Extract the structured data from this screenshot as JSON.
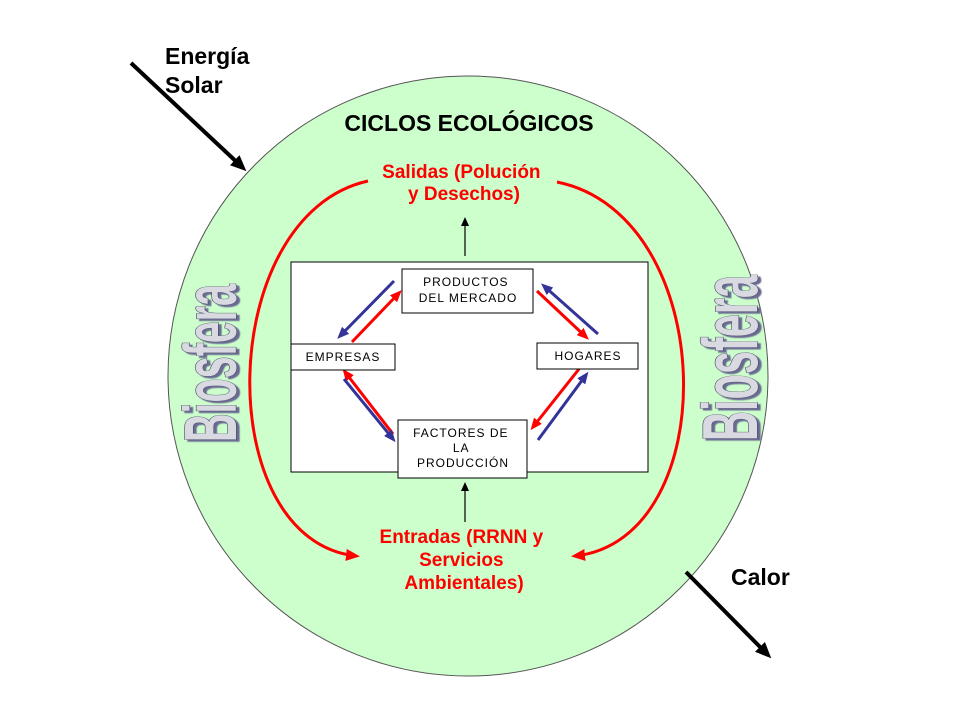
{
  "diagram": {
    "energy_input": {
      "lines": [
        "Energía",
        "Solar"
      ]
    },
    "heat_output": {
      "label": "Calor"
    },
    "biosphere": {
      "title": "CICLOS ECOLÓGICOS",
      "side_label_left": "Biosfera",
      "side_label_right": "Biosfera",
      "outputs": {
        "lines": [
          "Salidas (Polución",
          "y Desechos)"
        ]
      },
      "inputs": {
        "lines": [
          "Entradas (RRNN y",
          "Servicios",
          "Ambientales)"
        ]
      }
    },
    "economy": {
      "nodes": {
        "products_market": {
          "lines": [
            "PRODUCTOS",
            "DEL MERCADO"
          ]
        },
        "firms": {
          "label": "EMPRESAS"
        },
        "households": {
          "label": "HOGARES"
        },
        "factors_market": {
          "lines": [
            "FACTORES DE",
            "LA",
            "PRODUCCIÓN"
          ]
        }
      }
    }
  },
  "colors": {
    "biosphere_fill": "#ccffcc",
    "biosphere_stroke": "#555555",
    "flow_red": "#ff0000",
    "flow_blue": "#333399",
    "wordart_face": "#d9d9e1",
    "wordart_outline": "#4d4d66",
    "wordart_shadow": "#6b6b93"
  }
}
